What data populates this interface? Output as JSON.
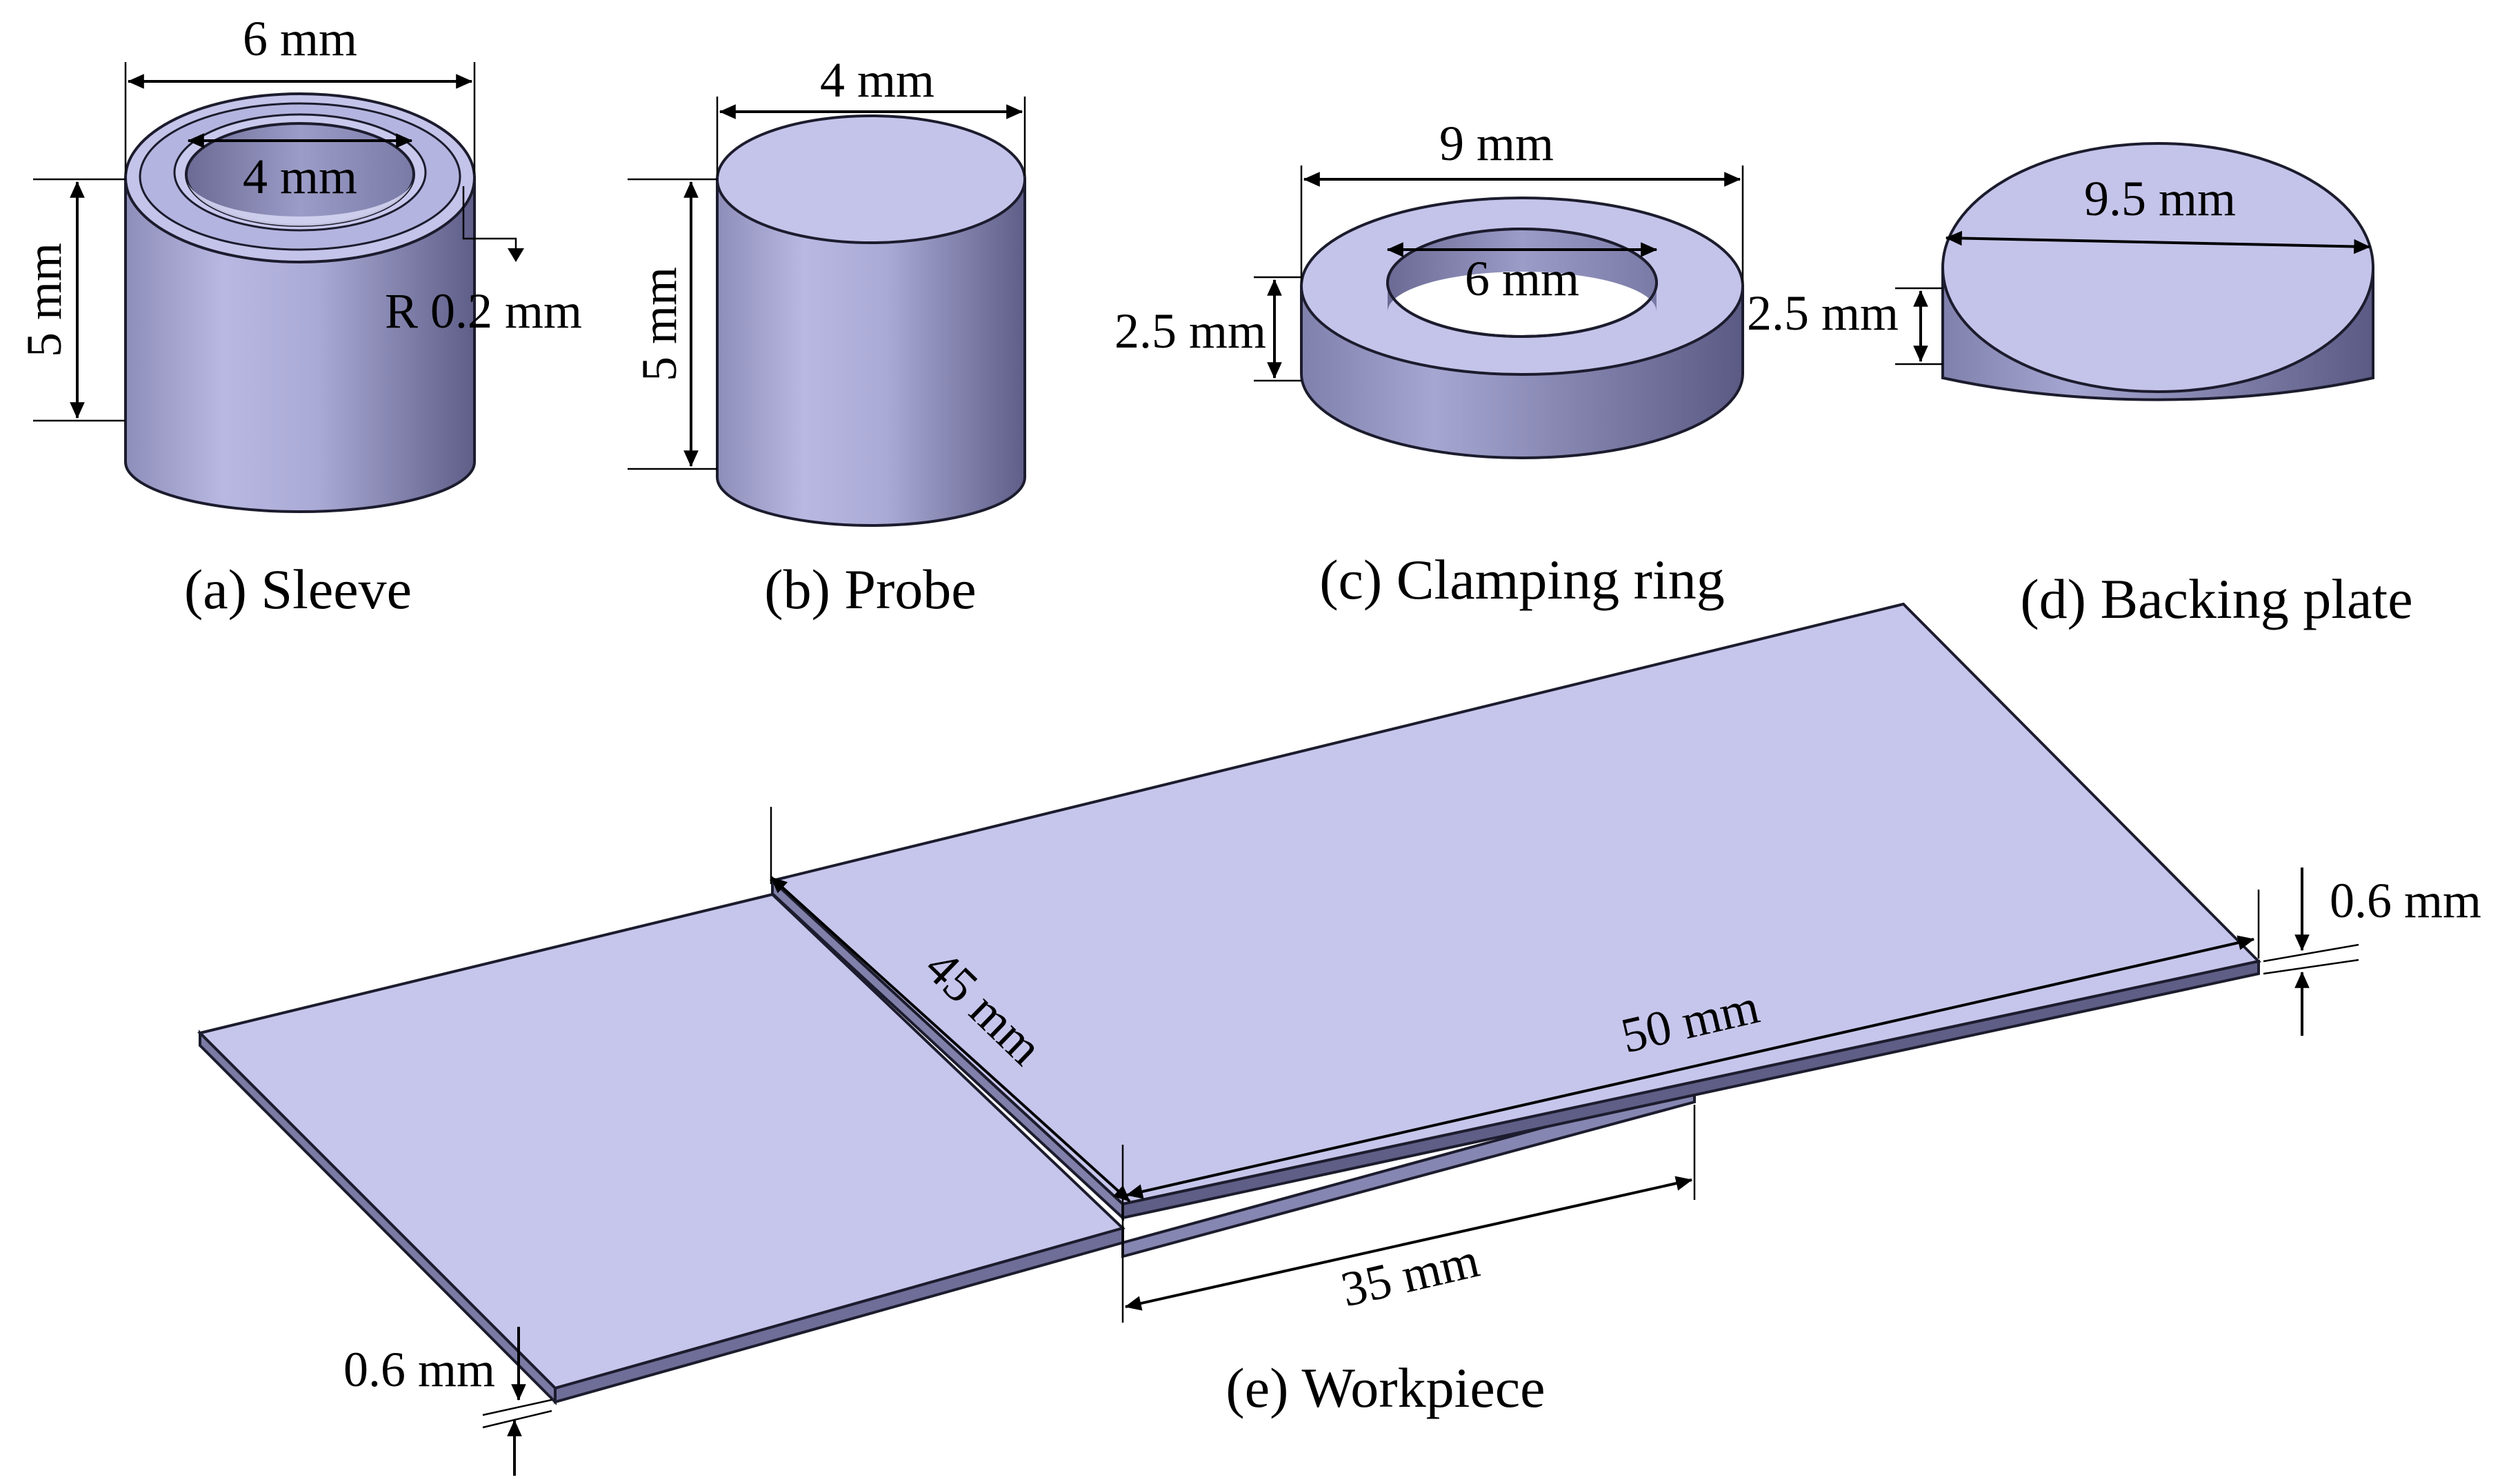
{
  "parts": {
    "sleeve": {
      "caption": "(a) Sleeve",
      "outer_diameter": "6 mm",
      "inner_diameter": "4 mm",
      "height": "5 mm",
      "fillet": "R 0.2 mm"
    },
    "probe": {
      "caption": "(b) Probe",
      "diameter": "4 mm",
      "height": "5 mm"
    },
    "clamping_ring": {
      "caption": "(c) Clamping ring",
      "outer_diameter": "9 mm",
      "inner_diameter": "6 mm",
      "height": "2.5 mm"
    },
    "backing_plate": {
      "caption": "(d) Backing plate",
      "diameter": "9.5 mm",
      "height": "2.5 mm"
    },
    "workpiece": {
      "caption": "(e) Workpiece",
      "width": "45 mm",
      "length": "50 mm",
      "overlap": "35 mm",
      "top_thickness": "0.6 mm",
      "bottom_thickness": "0.6 mm"
    }
  },
  "colors": {
    "face_light": "#c4c4ea",
    "face_mid": "#a9a9d6",
    "face_dark": "#6e6e98",
    "outline": "#1c1c2e",
    "text": "#000000"
  }
}
